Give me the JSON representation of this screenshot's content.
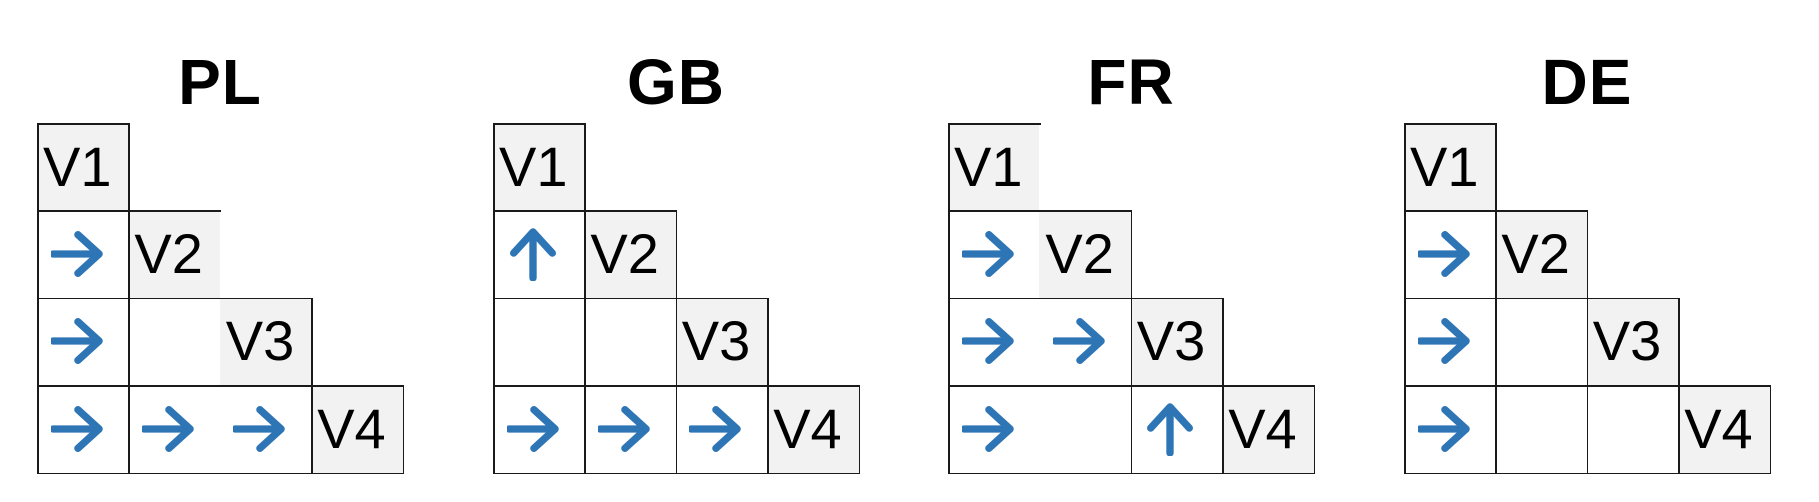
{
  "colors": {
    "arrow_blue": "#2E75B6",
    "cell_shade": "#F2F2F2",
    "grid_line": "#1A1A1A",
    "text": "#000000",
    "background": "#FFFFFF"
  },
  "panels": [
    {
      "title": "PL",
      "diagonal": [
        "V1",
        "V2",
        "V3",
        "V4"
      ],
      "matrix": {
        "r2": [
          "right"
        ],
        "r3": [
          "right",
          ""
        ],
        "r4": [
          "right",
          "right",
          "right"
        ]
      }
    },
    {
      "title": "GB",
      "diagonal": [
        "V1",
        "V2",
        "V3",
        "V4"
      ],
      "matrix": {
        "r2": [
          "up"
        ],
        "r3": [
          "",
          ""
        ],
        "r4": [
          "right",
          "right",
          "right"
        ]
      }
    },
    {
      "title": "FR",
      "diagonal": [
        "V1",
        "V2",
        "V3",
        "V4"
      ],
      "matrix": {
        "r2": [
          "right"
        ],
        "r3": [
          "right",
          "right"
        ],
        "r4": [
          "right",
          "",
          "up"
        ]
      }
    },
    {
      "title": "DE",
      "diagonal": [
        "V1",
        "V2",
        "V3",
        "V4"
      ],
      "matrix": {
        "r2": [
          "right"
        ],
        "r3": [
          "right",
          ""
        ],
        "r4": [
          "right",
          "",
          ""
        ]
      }
    }
  ]
}
